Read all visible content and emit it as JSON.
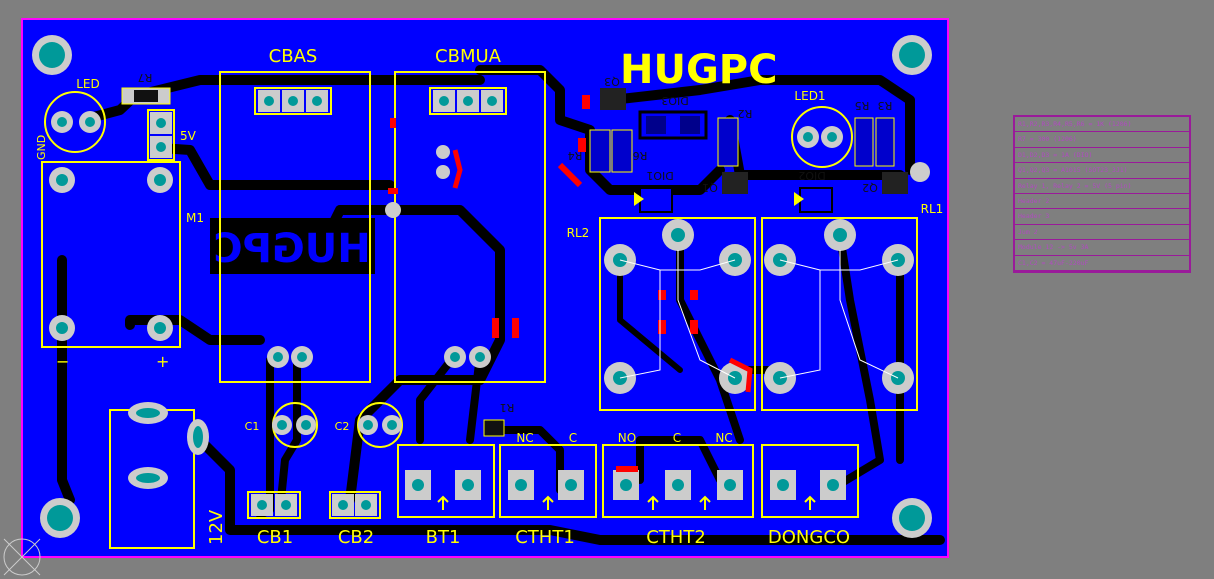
{
  "board": {
    "title": "HUGPC",
    "title_mirrored": "HUGPC",
    "colors": {
      "background": "#7f7f7f",
      "copper": "#0000ff",
      "trace": "#000000",
      "silkscreen": "#ffff00",
      "pad": "#cccccc",
      "drill": "#009999",
      "outline": "#ff00ff",
      "top_pad": "#ff0000",
      "keepout": "#b04bc0"
    },
    "labels": {
      "cbas": "CBAS",
      "cbmua": "CBMUA",
      "led": "LED",
      "led1": "LED1",
      "r7": "R7",
      "gnd": "GND",
      "v5": "5V",
      "m1": "M1",
      "minus": "−",
      "plus": "+",
      "v12": "12V",
      "cb1": "CB1",
      "cb2": "CB2",
      "c1": "C1",
      "c2": "C2",
      "bt1": "BT1",
      "ctht1": "CTHT1",
      "ctht2": "CTHT2",
      "dongco": "DONGCO",
      "rl1": "RL1",
      "rl2": "RL2",
      "r1": "R1",
      "r2": "R2",
      "r3": "R3",
      "r4": "R4",
      "r5": "R5",
      "r6": "R6",
      "q1": "Q1",
      "q2": "Q2",
      "q3": "Q3",
      "dio1": "DIO1",
      "dio2": "DIO2",
      "dio3": "DIO3",
      "nc1": "NC",
      "c_1": "C",
      "no": "NO",
      "c_2": "C",
      "nc2": "NC"
    }
  },
  "legend": [
    "R1,R2,R3,R4,R5,R6 = 1K  (1206)",
    "R7 = 300  (1206)",
    "D1,D2,D3 = 1A (DIO)",
    "Q1,Q2,Q3 = A1015  (SOT23_3J1)",
    "Relay 1, Relay 2 = 5V (5 pin)",
    "Header 2",
    "Header 3",
    "Jum 2",
    "Module 12 -> 5v 3A",
    "C1,C2 = 47uF-220uF"
  ]
}
